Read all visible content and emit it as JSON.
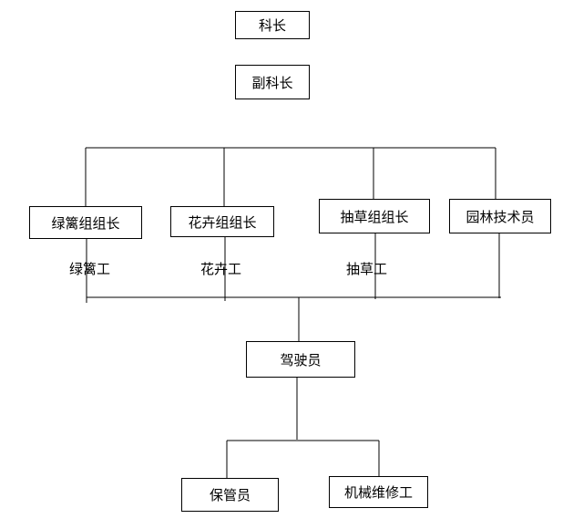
{
  "nodes": {
    "section_chief": "科长",
    "deputy_section_chief": "副科长",
    "hedge_group_leader": "绿篱组组长",
    "flower_group_leader": "花卉组组长",
    "weeding_group_leader": "抽草组组长",
    "landscape_technician": "园林技术员",
    "driver": "驾驶员",
    "storekeeper": "保管员",
    "machinery_mechanic": "机械维修工"
  },
  "labels": {
    "hedge_worker": "绿篱工",
    "flower_worker": "花卉工",
    "weeding_worker": "抽草工"
  }
}
